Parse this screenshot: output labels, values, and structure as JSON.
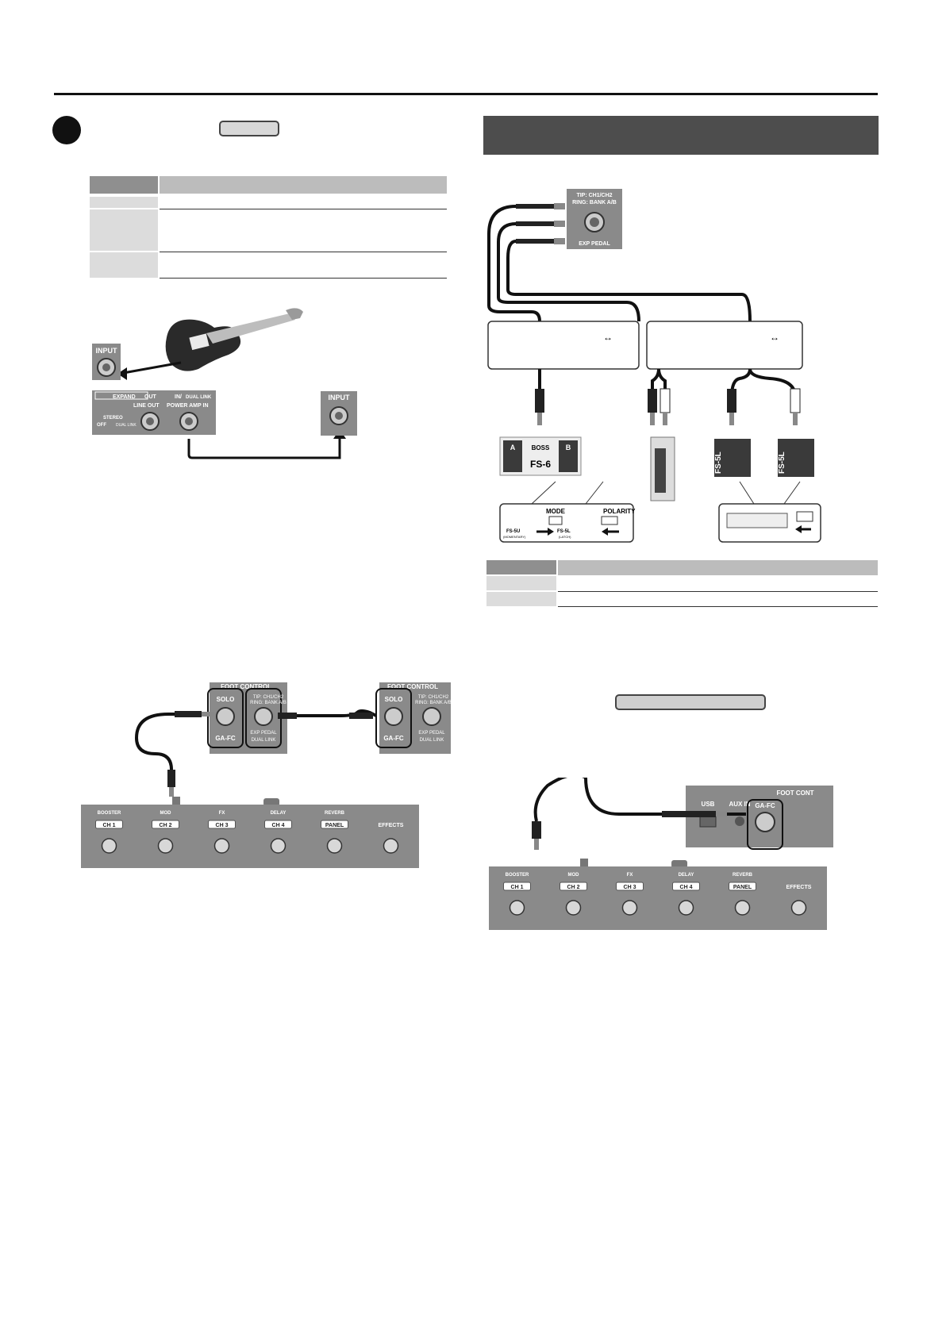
{
  "header_keycap": "",
  "note_keycap": "",
  "left_table": {
    "rows": 3
  },
  "right_table": {
    "rows": 2
  },
  "figure1": {
    "input_label": "INPUT",
    "panel_labels": [
      "EXPAND",
      "OUT",
      "IN/",
      "DUAL LINK"
    ],
    "line_out": "LINE OUT",
    "power_amp_in": "POWER AMP IN",
    "stereo": "STEREO",
    "off": "OFF",
    "dual_link_small": "DUAL LINK",
    "input2_label": "INPUT"
  },
  "figure2": {
    "exp_jack_tip": "TIP: CH1/CH2",
    "exp_jack_ring": "RING: BANK A/B",
    "exp_pedal": "EXP PEDAL",
    "fs6_model": "FS-6",
    "fs6_a": "A",
    "fs6_b": "B",
    "fs6_brand": "BOSS",
    "fs5l_model": "FS-5L",
    "mode": "MODE",
    "polarity": "POLARITY",
    "fs5u": "FS-5U",
    "momentary": "(MOMENTARY)",
    "fs5l": "FS-5L",
    "latch": "(LATCH)"
  },
  "figure3": {
    "foot_control": "FOOT CONTROL",
    "solo": "SOLO",
    "gafc": "GA-FC",
    "tip": "TIP: CH1/CH2",
    "ring": "RING: BANK A/B",
    "exp_pedal": "EXP PEDAL",
    "dual_link": "DUAL LINK",
    "group_labels": [
      "BOOSTER",
      "MOD",
      "FX",
      "DELAY",
      "REVERB"
    ],
    "buttons": [
      "CH 1",
      "CH 2",
      "CH 3",
      "CH 4",
      "PANEL",
      "EFFECTS"
    ]
  },
  "figure4": {
    "usb": "USB",
    "aux_in": "AUX IN",
    "foot_cont": "FOOT CONT",
    "gafc": "GA-FC",
    "group_labels": [
      "BOOSTER",
      "MOD",
      "FX",
      "DELAY",
      "REVERB"
    ],
    "buttons": [
      "CH 1",
      "CH 2",
      "CH 3",
      "CH 4",
      "PANEL",
      "EFFECTS"
    ]
  }
}
